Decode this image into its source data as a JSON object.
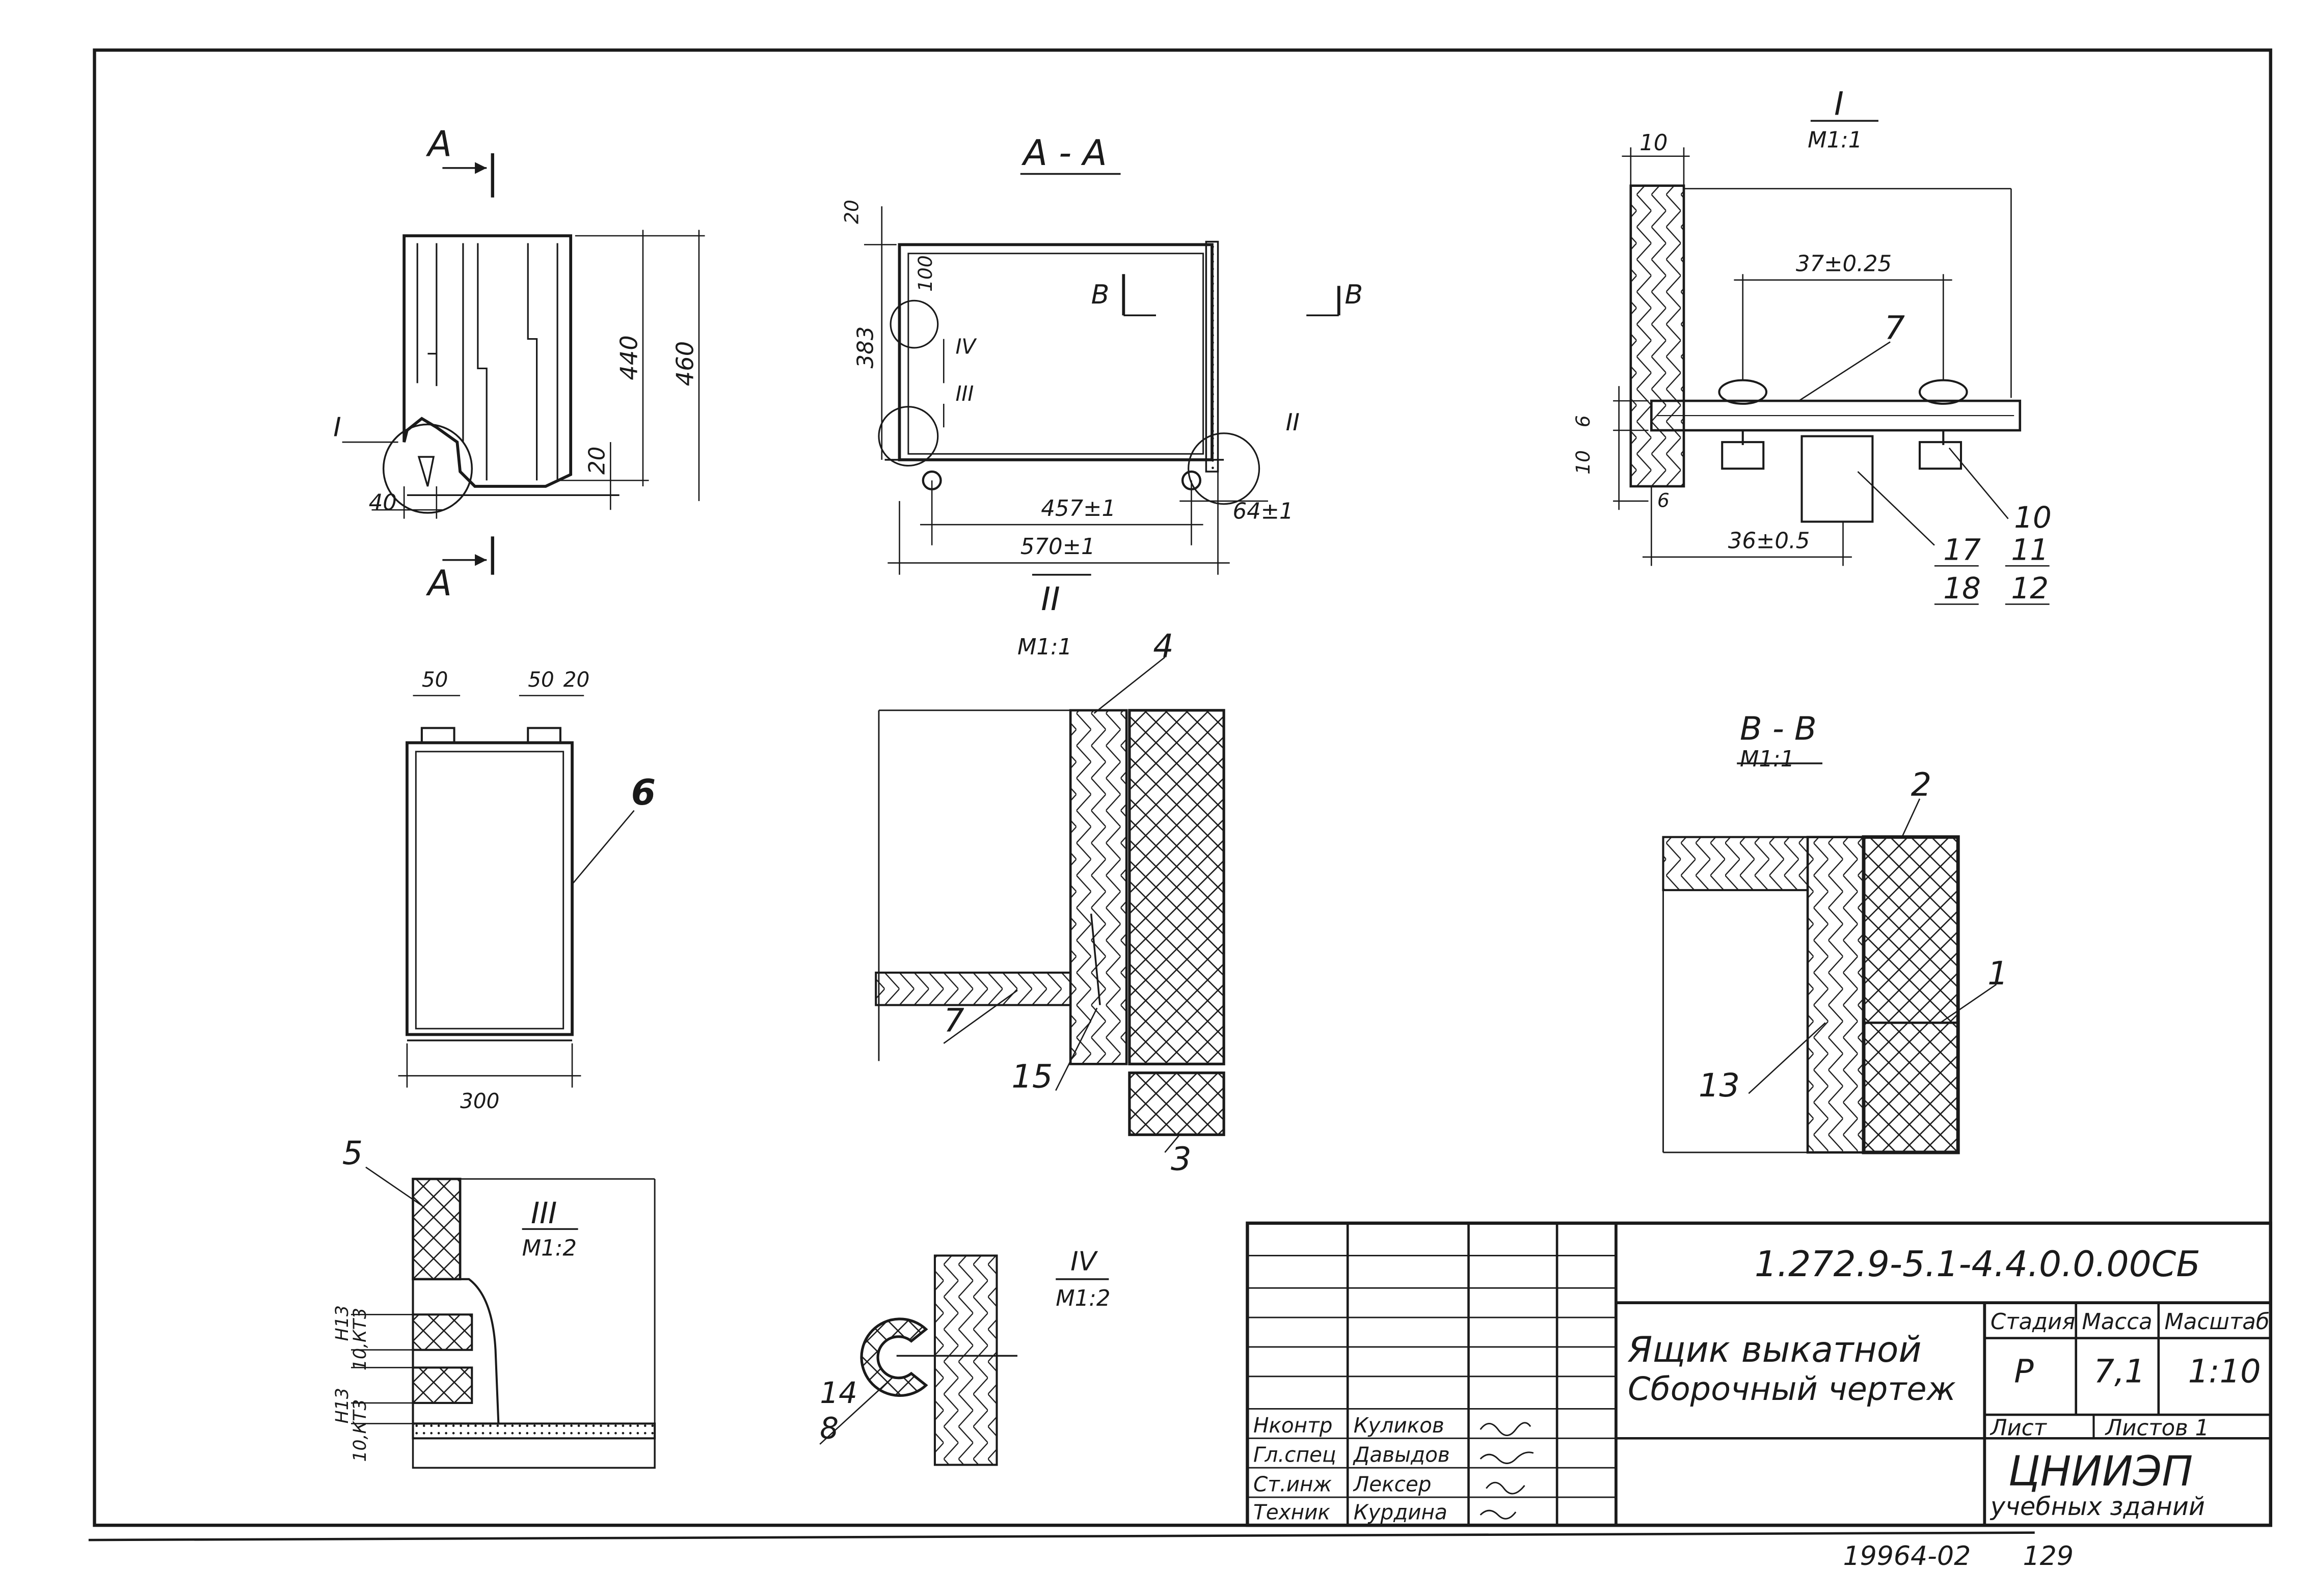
{
  "views": {
    "section_arrow_top": "А",
    "section_arrow_bottom": "А",
    "section_aa": "А - А",
    "cut_b_left": "В",
    "cut_b_right": "В",
    "detail_i_title": "I",
    "detail_i_scale": "М1:1",
    "detail_ii_title": "II",
    "detail_ii_scale": "М1:1",
    "detail_iii_title": "III",
    "detail_iii_scale": "М1:2",
    "detail_iv_title": "IV",
    "detail_iv_scale": "М1:2",
    "section_bb_title": "В - В",
    "section_bb_scale": "М1:1",
    "callout_i": "I",
    "callout_ii": "II",
    "callout_iii": "III",
    "callout_iv": "IV"
  },
  "dimensions": {
    "front_440": "440",
    "front_460": "460",
    "front_20": "20",
    "front_40": "40",
    "aa_20": "20",
    "aa_100": "100",
    "aa_383": "383",
    "aa_457": "457±1",
    "aa_570": "570±1",
    "aa_64": "64±1",
    "d1_10_top": "10",
    "d1_37": "37±0.25",
    "d1_6_left": "6",
    "d1_10_left": "10",
    "d1_6_bottom": "6",
    "d1_36": "36±0.5",
    "plan_50_left": "50",
    "plan_50_right": "50",
    "plan_20": "20",
    "plan_300": "300",
    "d3_dim_a": "10,КТ3",
    "d3_dim_b": "Н13",
    "d3_dim_c": "10,КТ3",
    "d3_dim_d": "Н13"
  },
  "callouts": [
    "1",
    "2",
    "3",
    "4",
    "5",
    "6",
    "7",
    "7",
    "8",
    "10",
    "11",
    "12",
    "13",
    "14",
    "15",
    "17",
    "18"
  ],
  "title_block": {
    "designation": "1.272.9-5.1-4.4.0.0.00СБ",
    "name_line1": "Ящик выкатной",
    "name_line2": "Сборочный чертеж",
    "col_stage": "Стадия",
    "col_mass": "Масса",
    "col_scale": "Масштаб",
    "stage": "Р",
    "mass": "7,1",
    "scale": "1:10",
    "sheet_label": "Лист",
    "sheets_label": "Листов 1",
    "org_line1": "ЦНИИЭП",
    "org_line2": "учебных зданий",
    "signers": [
      {
        "role": "Нконтр",
        "name": "Куликов"
      },
      {
        "role": "Гл.спец",
        "name": "Давыдов"
      },
      {
        "role": "Ст.инж",
        "name": "Лексер"
      },
      {
        "role": "Техник",
        "name": "Курдина"
      }
    ]
  },
  "footer": {
    "order_number": "19964-02",
    "page": "129"
  }
}
